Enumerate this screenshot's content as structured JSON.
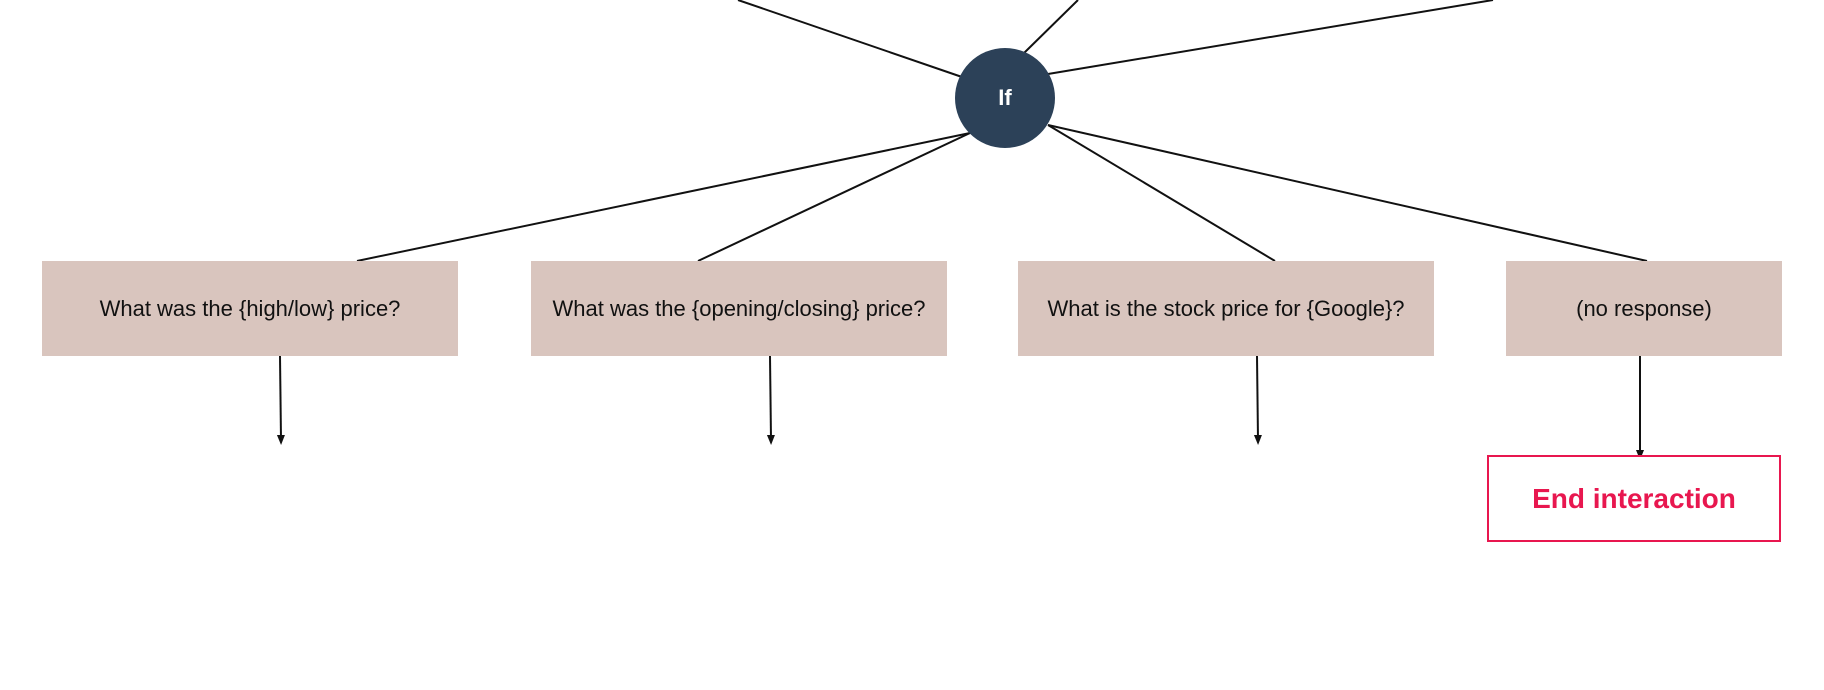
{
  "decision": {
    "label": "If"
  },
  "branches": [
    {
      "text": "What was the {high/low} price?"
    },
    {
      "text": "What was the {opening/closing} price?"
    },
    {
      "text": "What is the stock price for {Google}?"
    },
    {
      "text": "(no response)"
    }
  ],
  "end": {
    "label": "End interaction"
  },
  "colors": {
    "decision_fill": "#2c4158",
    "branch_fill": "#d9c5be",
    "end_accent": "#e8174f",
    "line": "#111111"
  }
}
